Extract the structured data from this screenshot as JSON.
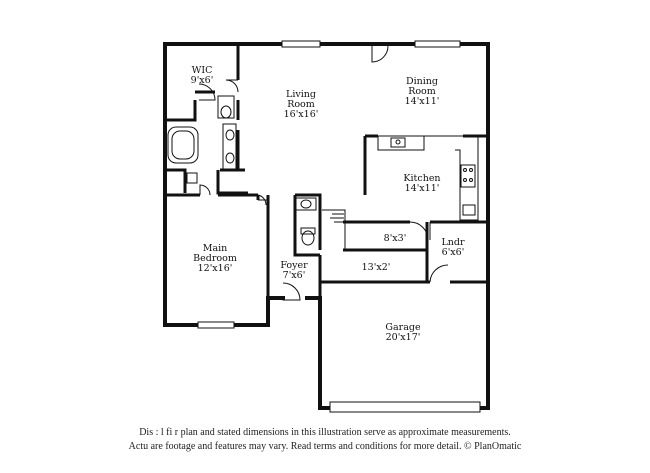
{
  "rooms": {
    "wic": {
      "name": "WIC",
      "dim": "9'x6'"
    },
    "living": {
      "name1": "Living",
      "name2": "Room",
      "dim": "16'x16'"
    },
    "dining": {
      "name1": "Dining",
      "name2": "Room",
      "dim": "14'x11'"
    },
    "kitchen": {
      "name": "Kitchen",
      "dim": "14'x11'"
    },
    "bedroom": {
      "name1": "Main",
      "name2": "Bedroom",
      "dim": "12'x16'"
    },
    "foyer": {
      "name": "Foyer",
      "dim": "7'x6'"
    },
    "storage": {
      "dim": "8'x3'"
    },
    "laundry": {
      "name": "Lndr",
      "dim": "6'x6'"
    },
    "hall": {
      "dim": "13'x2'"
    },
    "garage": {
      "name": "Garage",
      "dim": "20'x17'"
    }
  },
  "disclaimer": {
    "line1": "Dis      :  l  fi   r  plan and stated dimensions in this illustration serve as approximate measurements.",
    "line2": "Actu      are footage and features may vary. Read terms and conditions for more detail. © PlanOmatic"
  }
}
